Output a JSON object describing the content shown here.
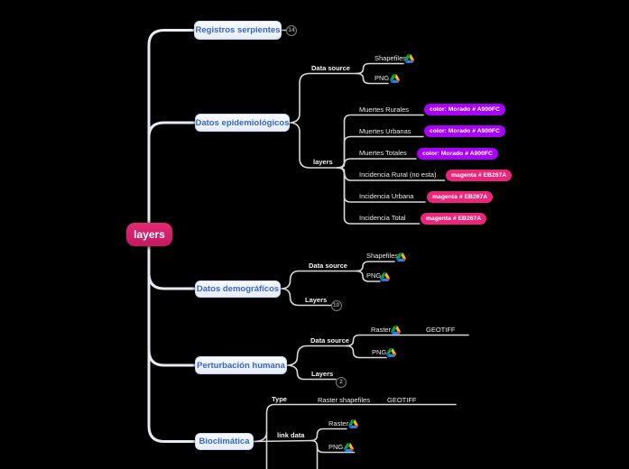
{
  "app": {
    "background": "#000000"
  },
  "root": {
    "label": "layers",
    "color": "#D12064"
  },
  "nodes": {
    "registros": {
      "label": "Registros serpientes",
      "count": "14"
    },
    "epidemiologicos": {
      "label": "Datos epidemiológicos"
    },
    "demograficos": {
      "label": "Datos demográficos"
    },
    "perturbacion": {
      "label": "Perturbación humana"
    },
    "bioclimatica": {
      "label": "Bioclimática"
    }
  },
  "epi": {
    "data_source_label": "Data source",
    "shapefiles_label": "Shapefiles",
    "png_label": "PNG",
    "layers_label": "layers",
    "leaves": [
      {
        "label": "Muertes Rurales",
        "badge": "color: Morado # A900FC",
        "badge_color": "#A900FC"
      },
      {
        "label": "Muertes Urbanas",
        "badge": "color: Morado # A900FC",
        "badge_color": "#A900FC"
      },
      {
        "label": "Muertes Totales",
        "badge": "color: Morado # A900FC",
        "badge_color": "#A900FC"
      },
      {
        "label": "Incidencia Rural (no esta)",
        "badge": "magenta # EB267A",
        "badge_color": "#EB267A"
      },
      {
        "label": "Incidencia Urbana",
        "badge": "magenta # EB267A",
        "badge_color": "#EB267A"
      },
      {
        "label": "Incidencia Total",
        "badge": "magenta # EB267A",
        "badge_color": "#EB267A"
      }
    ]
  },
  "demo": {
    "data_source_label": "Data source",
    "shapefiles_label": "Shapefiles",
    "png_label": "PNG",
    "layers_label": "Layers",
    "layers_count": "10"
  },
  "pert": {
    "data_source_label": "Data source",
    "raster_label": "Raster",
    "geotiff_label": "GEOTIFF",
    "png_label": "PNG",
    "layers_label": "Layers",
    "layers_count": "2"
  },
  "bio": {
    "type_label": "Type",
    "raster_shapefiles_label": "Raster shapefiles",
    "geotiff_label": "GEOTIFF",
    "link_data_label": "link data",
    "raster_label": "Raster",
    "png_label": "PNG"
  },
  "icons": {
    "drive": "google-drive-icon"
  }
}
